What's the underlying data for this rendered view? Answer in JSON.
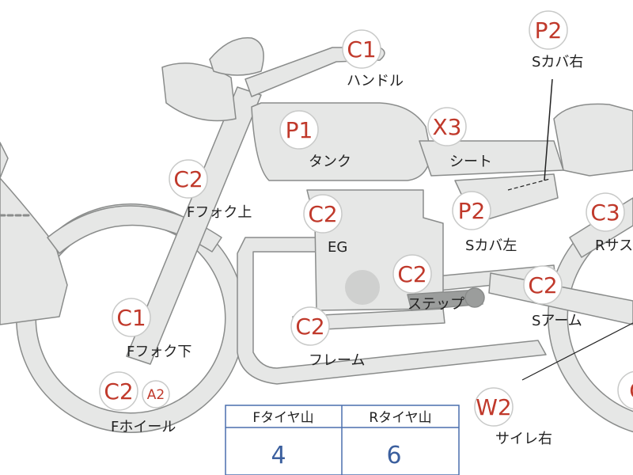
{
  "colors": {
    "body_fill": "#e6e7e6",
    "body_stroke": "#8a8c8b",
    "badge_fill": "#ffffff",
    "badge_stroke": "#c8c9c8",
    "code_text": "#c0392b",
    "label_text": "#222222",
    "tread_value": "#3b5f9e",
    "table_border": "#4a6fae"
  },
  "parts": [
    {
      "id": "handle",
      "code": "C1",
      "label": "ハンドル"
    },
    {
      "id": "side-cover-r",
      "code": "P2",
      "label": "Sカバ右"
    },
    {
      "id": "tank",
      "code": "P1",
      "label": "タンク"
    },
    {
      "id": "seat",
      "code": "X3",
      "label": "シート"
    },
    {
      "id": "fork-upper",
      "code": "C2",
      "label": "Fフォク上"
    },
    {
      "id": "engine",
      "code": "C2",
      "label": "EG"
    },
    {
      "id": "side-cover-l",
      "code": "P2",
      "label": "Sカバ左"
    },
    {
      "id": "rear-sus",
      "code": "C3",
      "label": "Rサス"
    },
    {
      "id": "step",
      "code": "C2",
      "label": "ステップ"
    },
    {
      "id": "swing-arm",
      "code": "C2",
      "label": "Sアーム"
    },
    {
      "id": "fork-lower",
      "code": "C1",
      "label": "Fフォク下"
    },
    {
      "id": "frame",
      "code": "C2",
      "label": "フレーム"
    },
    {
      "id": "front-wheel",
      "code": "C2",
      "label": "Fホイール",
      "sub_code": "A2"
    },
    {
      "id": "muffler-r",
      "code": "W2",
      "label": "サイレ右"
    },
    {
      "id": "rear-wheel",
      "code": "C"
    }
  ],
  "tread_table": {
    "headers": [
      "Fタイヤ山",
      "Rタイヤ山"
    ],
    "values": [
      "4",
      "6"
    ]
  }
}
